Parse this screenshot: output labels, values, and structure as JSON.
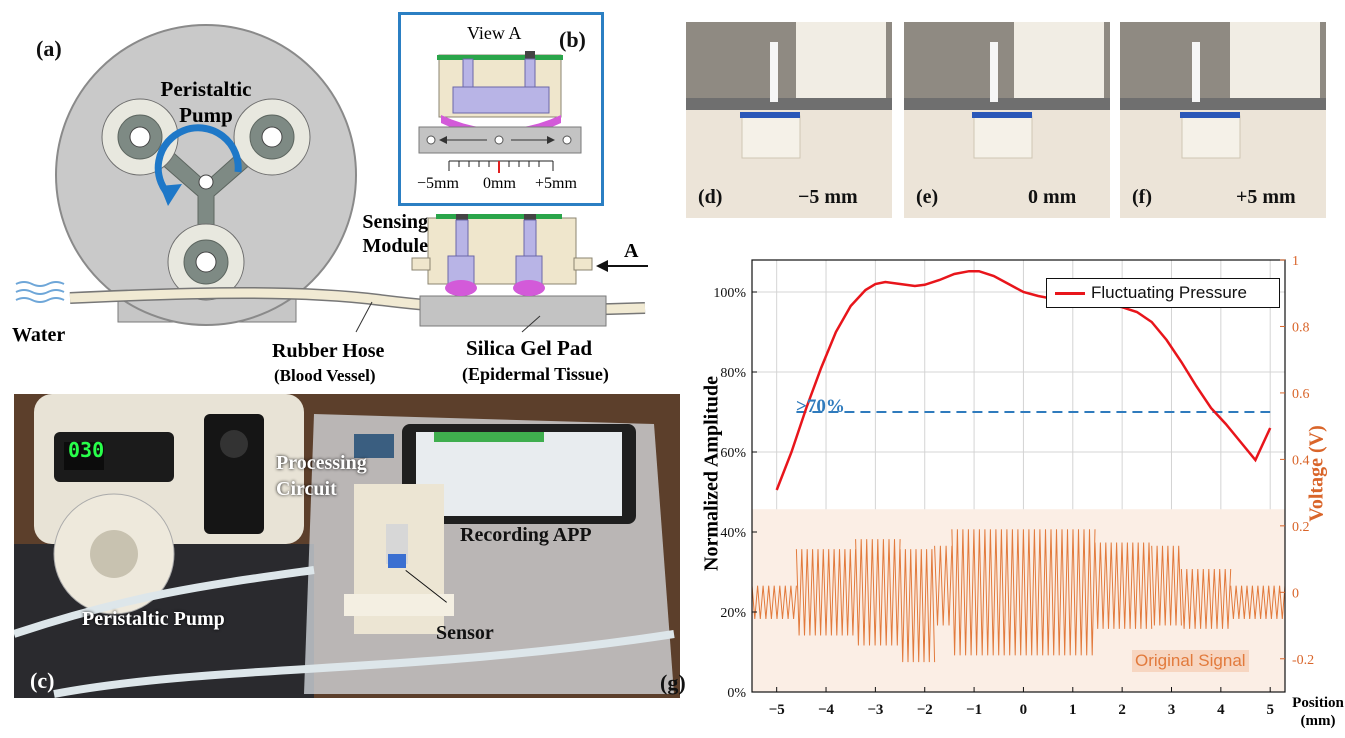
{
  "panel_a": {
    "label": "(a)",
    "pump_title": "Peristaltic Pump",
    "water": "Water",
    "sensing_module": "Sensing Module",
    "arrow_label": "A",
    "hose_label": "Rubber Hose",
    "hose_sub": "(Blood Vessel)",
    "pad_label": "Silica Gel Pad",
    "pad_sub": "(Epidermal Tissue)"
  },
  "panel_b": {
    "label": "(b)",
    "title": "View A",
    "scale_left": "−5mm",
    "scale_mid": "0mm",
    "scale_right": "+5mm"
  },
  "panel_c": {
    "label": "(c)",
    "processing": "Processing Circuit",
    "recording": "Recording APP",
    "pump": "Peristaltic Pump",
    "sensor": "Sensor",
    "pump_display": "030"
  },
  "photos": [
    {
      "label": "(d)",
      "value": "−5 mm"
    },
    {
      "label": "(e)",
      "value": "0 mm"
    },
    {
      "label": "(f)",
      "value": "+5 mm"
    }
  ],
  "panel_g": {
    "label": "(g)",
    "legend_main": "Fluctuating Pressure",
    "legend_signal": "Original Signal",
    "threshold_label": ">70%"
  },
  "colors": {
    "curve": "#e8151b",
    "threshold": "#2f7bbd",
    "signal": "#e27a3c",
    "right_axis": "#d9652a",
    "signal_band": "#fbeee5"
  },
  "chart_data": {
    "type": "line",
    "xlabel": "Position (mm)",
    "ylabel": "Normalized Amplitude",
    "ylabel_right": "Voltage (V)",
    "xlim": [
      -5.5,
      5.3
    ],
    "ylim": [
      0,
      108
    ],
    "ylim_right": [
      -0.3,
      1.0
    ],
    "x_ticks": [
      -5,
      -4,
      -3,
      -2,
      -1,
      0,
      1,
      2,
      3,
      4,
      5
    ],
    "y_ticks": [
      0,
      20,
      40,
      60,
      80,
      100
    ],
    "y_tick_labels": [
      "0%",
      "20%",
      "40%",
      "60%",
      "80%",
      "100%"
    ],
    "y_right_ticks": [
      -0.2,
      0,
      0.2,
      0.4,
      0.6,
      0.8,
      1
    ],
    "y_right_tick_labels": [
      "-0.2",
      "0",
      "0.2",
      "0.4",
      "0.6",
      "0.8",
      "1"
    ],
    "threshold": 70,
    "grid": true,
    "legend_position": "top-right",
    "series": [
      {
        "name": "Fluctuating Pressure",
        "x": [
          -5,
          -4.7,
          -4.4,
          -4.1,
          -3.8,
          -3.5,
          -3.2,
          -3.0,
          -2.8,
          -2.5,
          -2.2,
          -2.0,
          -1.7,
          -1.4,
          -1.1,
          -0.9,
          -0.6,
          -0.3,
          0,
          0.3,
          0.6,
          1.0,
          1.3,
          1.6,
          2.0,
          2.3,
          2.6,
          2.9,
          3.2,
          3.5,
          3.8,
          4.1,
          4.4,
          4.7,
          5
        ],
        "values": [
          50.5,
          60,
          71,
          81,
          90,
          96.5,
          100.5,
          102,
          102.5,
          102,
          101.5,
          101.8,
          103,
          104.5,
          105.2,
          105.2,
          104,
          102,
          100,
          99,
          98.3,
          97.8,
          97.5,
          97,
          96.2,
          95,
          92.5,
          88,
          82.5,
          76.5,
          71,
          67,
          62.5,
          58,
          66
        ]
      },
      {
        "name": "Original Signal",
        "axis": "right",
        "segments": [
          {
            "x0": -5.5,
            "x1": -4.6,
            "amp": 0.05,
            "center": -0.03
          },
          {
            "x0": -4.6,
            "x1": -3.4,
            "amp": 0.13,
            "center": 0.0
          },
          {
            "x0": -3.4,
            "x1": -2.5,
            "amp": 0.16,
            "center": 0.0
          },
          {
            "x0": -2.5,
            "x1": -1.8,
            "amp": 0.17,
            "center": -0.04
          },
          {
            "x0": -1.8,
            "x1": -1.45,
            "amp": 0.12,
            "center": 0.02
          },
          {
            "x0": -1.45,
            "x1": 1.45,
            "amp": 0.19,
            "center": 0.0
          },
          {
            "x0": 1.45,
            "x1": 2.6,
            "amp": 0.13,
            "center": 0.02
          },
          {
            "x0": 2.6,
            "x1": 3.2,
            "amp": 0.12,
            "center": 0.02
          },
          {
            "x0": 3.2,
            "x1": 4.2,
            "amp": 0.09,
            "center": -0.02
          },
          {
            "x0": 4.2,
            "x1": 5.3,
            "amp": 0.05,
            "center": -0.03
          }
        ]
      }
    ]
  }
}
